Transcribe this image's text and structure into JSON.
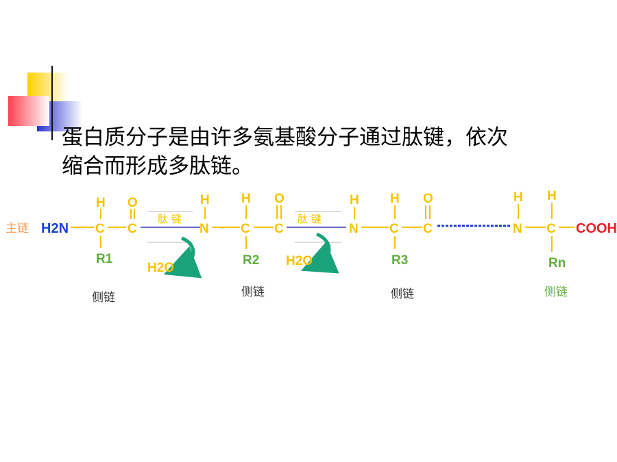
{
  "slide": {
    "title_line1": "蛋白质分子是由许多氨基酸分子通过肽键，依次",
    "title_line2": "缩合而形成多肽链。"
  },
  "colors": {
    "atom": "#f5c400",
    "bond": "#f5c400",
    "h2n": "#1c3fd6",
    "cooh": "#e8202a",
    "r_group": "#5fae3f",
    "side_chain_label": "#333333",
    "side_chain_label_last": "#5fae3f",
    "main_chain_label": "#f0a060",
    "peptide_label": "#f5c400",
    "peptide_line": "#3344aa",
    "arrow": "#1aa37a",
    "dotted_bond": "#1c3fd6"
  },
  "diagram": {
    "main_chain_label": "主链",
    "h2n": "H2N",
    "cooh": "COOH",
    "peptide_bond_label": "肽 键",
    "water": "H2O",
    "side_chain": "侧链",
    "atoms": {
      "H": "H",
      "C": "C",
      "O": "O",
      "N": "N"
    },
    "r_groups": [
      "R1",
      "R2",
      "R3",
      "Rn"
    ]
  }
}
